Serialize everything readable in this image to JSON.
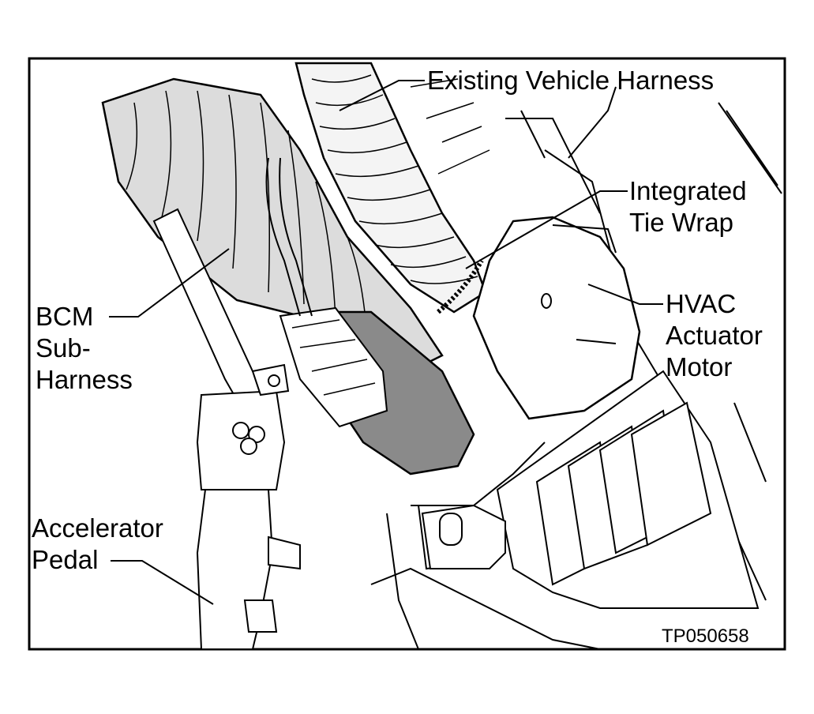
{
  "labels": {
    "existing_vehicle_harness": "Existing Vehicle Harness",
    "integrated_tie_wrap_1": "Integrated",
    "integrated_tie_wrap_2": "Tie Wrap",
    "hvac_1": "HVAC",
    "hvac_2": "Actuator",
    "hvac_3": "Motor",
    "bcm_1": "BCM",
    "bcm_2": "Sub-",
    "bcm_3": "Harness",
    "accel_1": "Accelerator",
    "accel_2": "Pedal"
  },
  "figure_code": "TP050658"
}
